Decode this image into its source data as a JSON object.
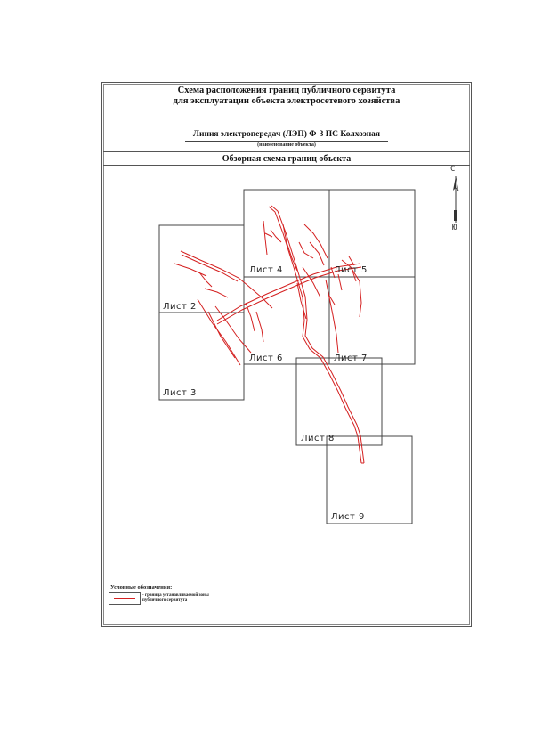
{
  "header": {
    "title_line1": "Схема расположения границ публичного сервитута",
    "title_line2": "для эксплуатации объекта электросетевого хозяйства",
    "object_name": "Линия электропередач (ЛЭП) Ф-3 ПС Колхозная",
    "object_caption": "(наименование объекта)",
    "overview_title": "Обзорная схема границ объекта"
  },
  "compass": {
    "north_label": "С",
    "south_label": "Ю"
  },
  "sheets": [
    {
      "label": "Лист 2"
    },
    {
      "label": "Лист 3"
    },
    {
      "label": "Лист 4"
    },
    {
      "label": "Лист 5"
    },
    {
      "label": "Лист 6"
    },
    {
      "label": "Лист 7"
    },
    {
      "label": "Лист 8"
    },
    {
      "label": "Лист 9"
    }
  ],
  "legend": {
    "title": "Условные обозначения:",
    "item_text": "- граница устанавливаемой зоны публичного сервитута",
    "line_color": "#d42020"
  },
  "colors": {
    "boundary": "#d42020",
    "grid": "#444444"
  }
}
